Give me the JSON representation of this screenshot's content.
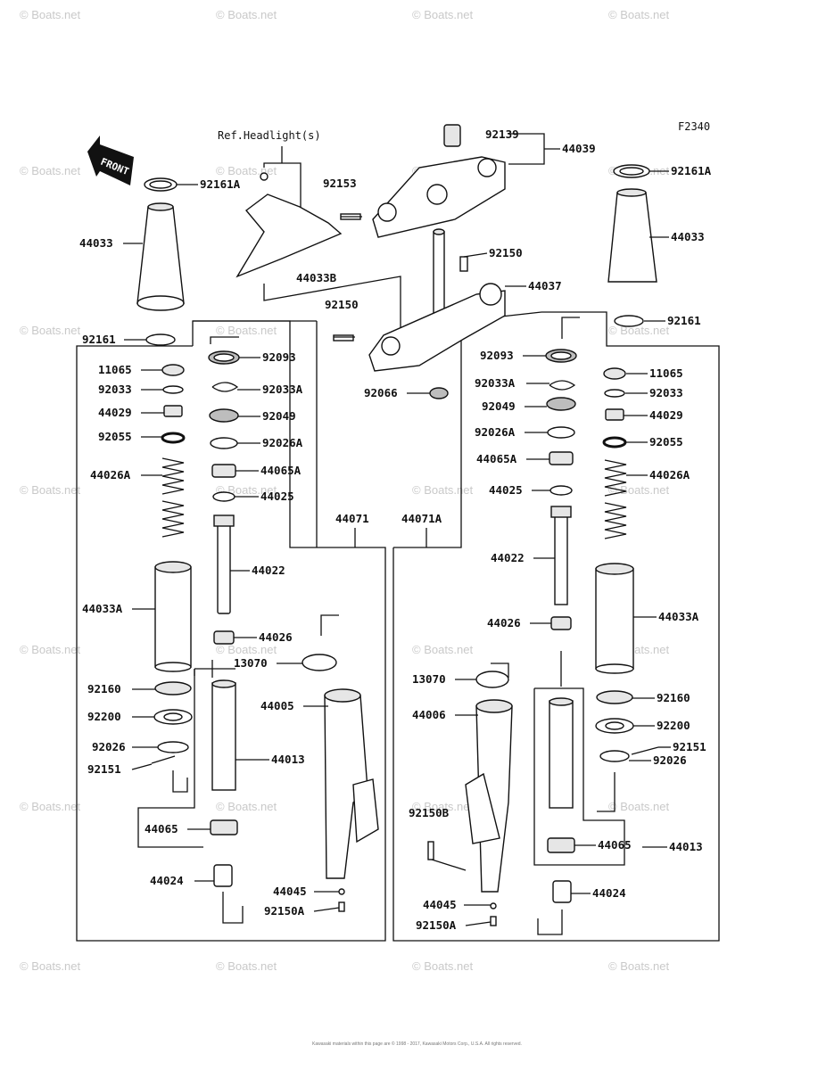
{
  "diagram": {
    "figure_code": "F2340",
    "ref_note": "Ref.Headlight(s)",
    "front_label": "FRONT",
    "copyright": "Kawasaki materials within this page are © 1998 - 2017, Kawasaki Motors Corp., U.S.A. All rights reserved.",
    "watermark_text": "© Boats.net",
    "labels": {
      "p92161A_l": "92161A",
      "p44033_l": "44033",
      "p92161_l": "92161",
      "p11065_l": "11065",
      "p92033_l": "92033",
      "p44029_l": "44029",
      "p92055_l": "92055",
      "p44026A_l": "44026A",
      "p44033A_l": "44033A",
      "p92160_l": "92160",
      "p92200_l": "92200",
      "p92026_l": "92026",
      "p92151_l": "92151",
      "p44065_l": "44065",
      "p44024_l": "44024",
      "p92093_l": "92093",
      "p92033A_l": "92033A",
      "p92049_l": "92049",
      "p92026A_l": "92026A",
      "p44065A_l": "44065A",
      "p44025_l": "44025",
      "p44022_l": "44022",
      "p44026_l": "44026",
      "p13070_l": "13070",
      "p44005": "44005",
      "p44013_l": "44013",
      "p44045_l": "44045",
      "p92150A_l": "92150A",
      "p44071": "44071",
      "p44071A": "44071A",
      "p92153": "92153",
      "p44033B": "44033B",
      "p92139": "92139",
      "p44039": "44039",
      "p92150_a": "92150",
      "p44037": "44037",
      "p92150_b": "92150",
      "p92066": "92066",
      "p92161A_r": "92161A",
      "p44033_r": "44033",
      "p92161_r": "92161",
      "p92093_r": "92093",
      "p92033A_r": "92033A",
      "p92049_r": "92049",
      "p92026A_r": "92026A",
      "p44065A_r": "44065A",
      "p44025_r": "44025",
      "p44022_r": "44022",
      "p44026_r": "44026",
      "p13070_r": "13070",
      "p44006": "44006",
      "p92150B": "92150B",
      "p44045_r": "44045",
      "p92150A_r": "92150A",
      "p11065_r": "11065",
      "p92033_r": "92033",
      "p44029_r": "44029",
      "p92055_r": "92055",
      "p44026A_r": "44026A",
      "p44033A_r": "44033A",
      "p92160_r": "92160",
      "p92200_r": "92200",
      "p92151_r": "92151",
      "p92026_r": "92026",
      "p44065_r": "44065",
      "p44013_r": "44013",
      "p44024_r": "44024"
    }
  }
}
